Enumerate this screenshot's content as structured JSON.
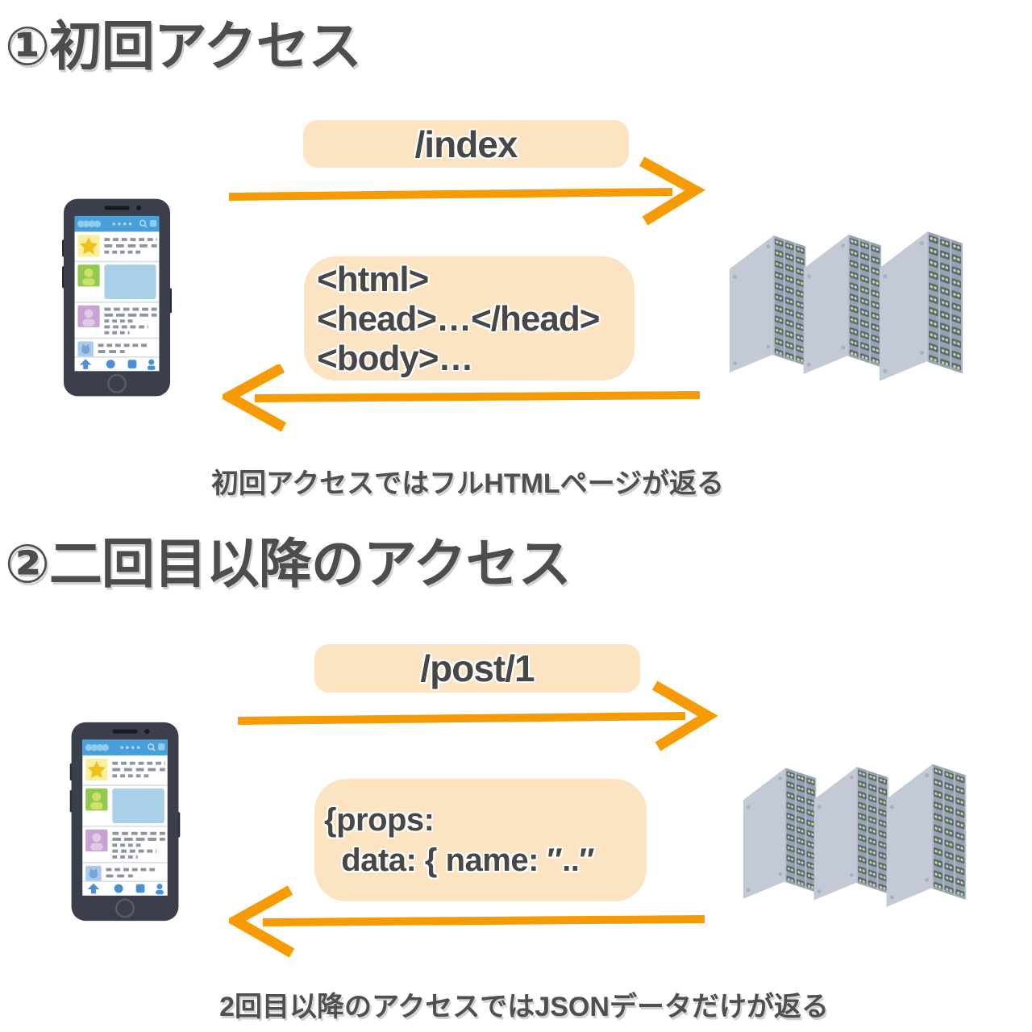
{
  "palette": {
    "peach": "#fce3c1",
    "orange": "#f79b04",
    "ink": "#4a4a4a"
  },
  "icons": {
    "client": "smartphone-sns-app",
    "server": "server-rack-stack",
    "request_arrow": "arrow-right",
    "response_arrow": "arrow-left"
  },
  "section1": {
    "title": "①初回アクセス",
    "request_label": "/index",
    "response_lines": [
      "<html>",
      "<head>…</head>",
      "<body>…"
    ],
    "caption": "初回アクセスではフルHTMLページが返る"
  },
  "section2": {
    "title": "②二回目以降のアクセス",
    "request_label": "/post/1",
    "response_lines": [
      "{props:",
      "  data: { name: ″..″"
    ],
    "caption": "2回目以降のアクセスではJSONデータだけが返る"
  }
}
